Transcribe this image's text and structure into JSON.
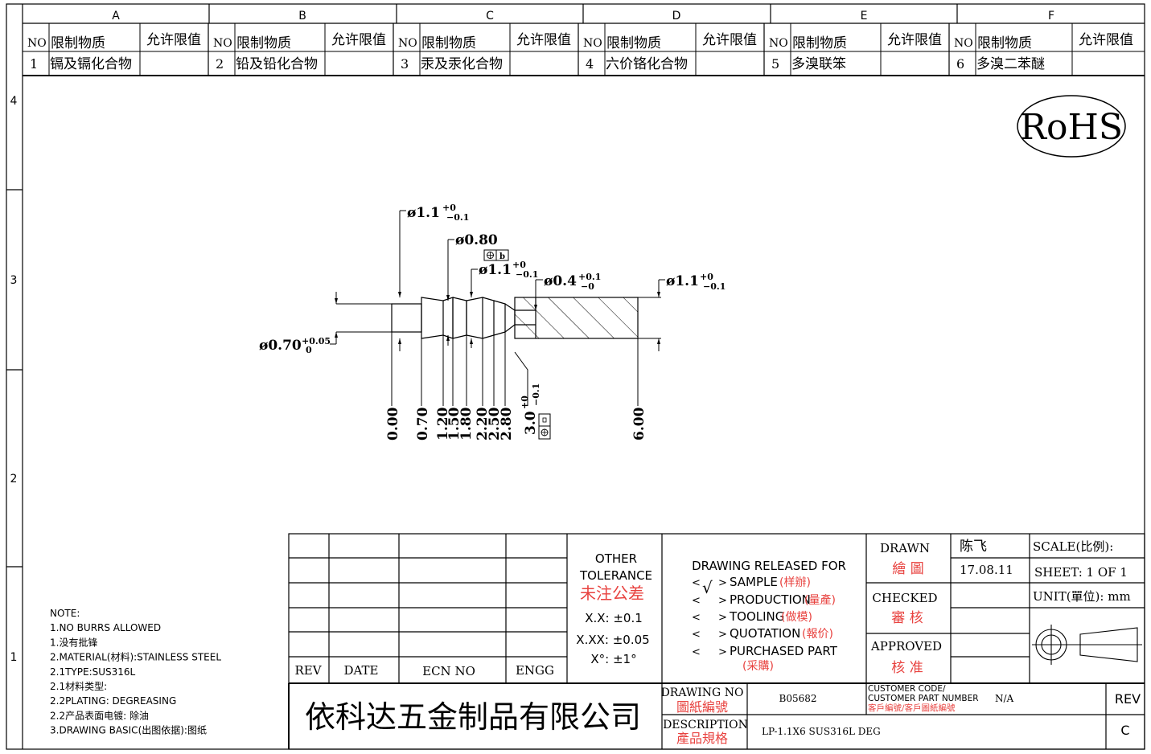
{
  "zones": {
    "columns": [
      "A",
      "B",
      "C",
      "D",
      "E",
      "F"
    ],
    "rows": [
      "4",
      "3",
      "2",
      "1"
    ]
  },
  "restricted": {
    "no_label": "NO",
    "substance_label": "限制物质",
    "limit_label": "允许限值",
    "items": [
      {
        "no": "1",
        "name": "镉及镉化合物"
      },
      {
        "no": "2",
        "name": "铅及铅化合物"
      },
      {
        "no": "3",
        "name": "汞及汞化合物"
      },
      {
        "no": "4",
        "name": "六价铬化合物"
      },
      {
        "no": "5",
        "name": "多溴联笨"
      },
      {
        "no": "6",
        "name": "多溴二苯醚"
      }
    ]
  },
  "rohs": "RoHS",
  "dims": {
    "d1": "ø1.1",
    "d1_tol_up": "+0",
    "d1_tol_dn": "−0.1",
    "d2": "ø0.80",
    "d2_flag": "b",
    "d3": "ø1.1",
    "d3_tol_up": "+0",
    "d3_tol_dn": "−0.1",
    "d4": "ø0.4",
    "d4_tol_up": "+0.1",
    "d4_tol_dn": "−0",
    "d5": "ø1.1",
    "d5_tol_up": "+0",
    "d5_tol_dn": "−0.1",
    "d6": "ø0.70",
    "d6_tol_up": "+0.05",
    "d6_tol_dn": "0",
    "depth": "3.0",
    "depth_tol_up": "+0",
    "depth_tol_dn": "−0.1",
    "positions": [
      "0.00",
      "0.70",
      "1.20",
      "1.50",
      "1.80",
      "2.20",
      "2.50",
      "2.80",
      "6.00"
    ]
  },
  "notes": [
    "NOTE:",
    "1.NO BURRS ALLOWED",
    "1.没有批锋",
    "2.MATERIAL(材料):STAINLESS STEEL",
    "2.1TYPE:SUS316L",
    "2.1材料类型:",
    "2.2PLATING: DEGREASING",
    "2.2产品表面电镀: 除油",
    "3.DRAWING BASIC(出图依据):图纸"
  ],
  "revision_table": {
    "rev": "REV",
    "date": "DATE",
    "ecn": "ECN NO",
    "engg": "ENGG"
  },
  "tolerance": {
    "title1": "OTHER",
    "title2": "TOLERANCE",
    "title_cn": "未注公差",
    "xx": "X.X: ±0.1",
    "xxx": "X.XX: ±0.05",
    "deg": "X°: ±1°"
  },
  "release": {
    "title": "DRAWING RELEASED FOR",
    "check": "√",
    "items": [
      {
        "en": "SAMPLE",
        "cn": "(样辦)"
      },
      {
        "en": "PRODUCTION",
        "cn": "(量產)"
      },
      {
        "en": "TOOLING",
        "cn": "(做模)"
      },
      {
        "en": "QUOTATION",
        "cn": "(報价)"
      },
      {
        "en": "PURCHASED PART",
        "cn": "(采購)"
      }
    ]
  },
  "signoff": {
    "drawn": "DRAWN",
    "drawn_cn": "繪 圖",
    "drawn_by": "陈飞",
    "date": "17.08.11",
    "checked": "CHECKED",
    "checked_cn": "審 核",
    "approved": "APPROVED",
    "approved_cn": "核 准",
    "scale": "SCALE(比例):",
    "sheet": "SHEET:  1 OF 1",
    "unit": "UNIT(單位): mm"
  },
  "title_block": {
    "company": "依科达五金制品有限公司",
    "drawing_no_label": "DRAWING NO",
    "drawing_no_cn": "圖紙編號",
    "drawing_no": "B05682",
    "customer_label1": "CUSTOMER CODE/",
    "customer_label2": "CUSTOMER PART NUMBER",
    "customer_cn": "客戶編號/客戶圖紙編號",
    "customer_value": "N/A",
    "rev_label": "REV",
    "rev_value": "C",
    "desc_label": "DESCRIPTION",
    "desc_cn": "產品規格",
    "description": "LP-1.1X6 SUS316L DEG"
  }
}
